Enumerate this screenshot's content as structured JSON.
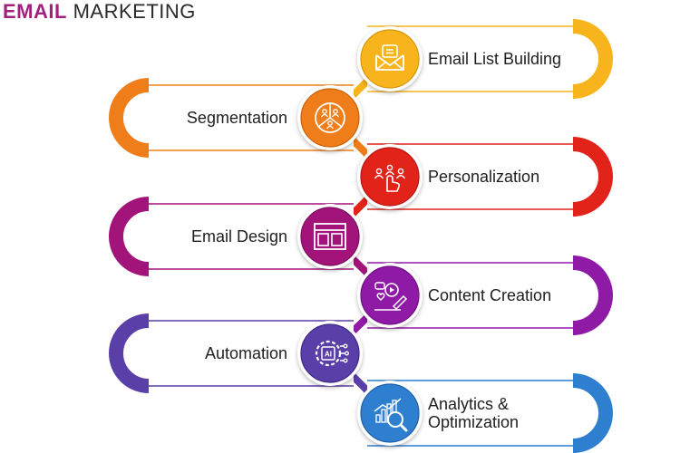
{
  "title": {
    "strong": "EMAIL",
    "light": "MARKETING",
    "strong_color": "#a3217e"
  },
  "steps": [
    {
      "label_lines": [
        "Email List Building"
      ],
      "color": "#f7b41d",
      "dark": "#d9950a",
      "icon": "envelope-icon"
    },
    {
      "label_lines": [
        "Segmentation"
      ],
      "color": "#ef7e1a",
      "dark": "#cc620b",
      "icon": "segmentation-icon"
    },
    {
      "label_lines": [
        "Personalization"
      ],
      "color": "#e2231a",
      "dark": "#b31610",
      "icon": "personalization-icon"
    },
    {
      "label_lines": [
        "Email Design"
      ],
      "color": "#a3147a",
      "dark": "#7d0d5d",
      "icon": "layout-icon"
    },
    {
      "label_lines": [
        "Content Creation"
      ],
      "color": "#8f1aa6",
      "dark": "#6c0f80",
      "icon": "content-creation-icon"
    },
    {
      "label_lines": [
        "Automation"
      ],
      "color": "#5a3fa8",
      "dark": "#40288a",
      "icon": "ai-automation-icon"
    },
    {
      "label_lines": [
        "Analytics &",
        "Optimization"
      ],
      "color": "#2f7fd0",
      "dark": "#1d5ea8",
      "icon": "analytics-icon"
    }
  ]
}
